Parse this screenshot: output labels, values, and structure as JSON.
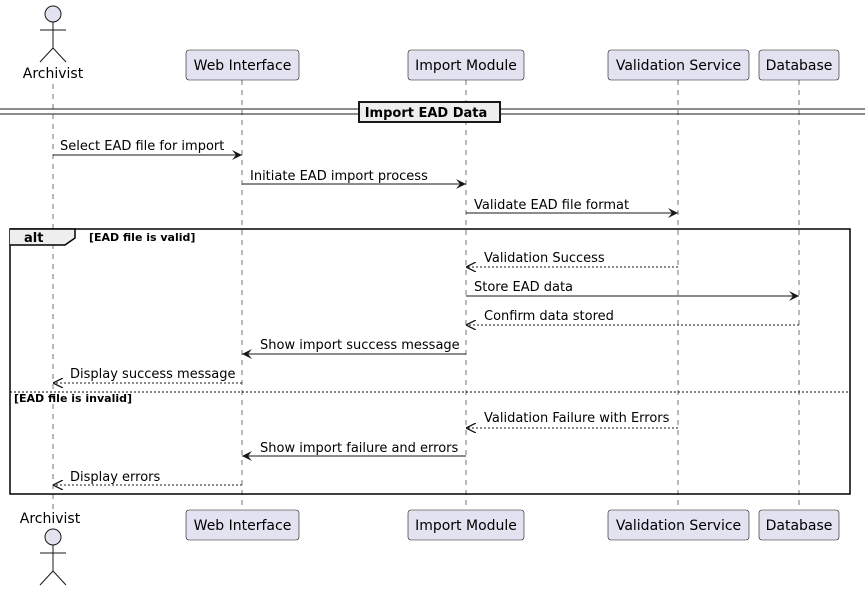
{
  "participants": {
    "archivist": "Archivist",
    "web_interface": "Web Interface",
    "import_module": "Import Module",
    "validation_service": "Validation Service",
    "database": "Database"
  },
  "section_title": "Import EAD Data",
  "alt": {
    "keyword": "alt",
    "guard_valid": "[EAD file is valid]",
    "guard_invalid": "[EAD file is invalid]"
  },
  "messages": [
    {
      "text": "Select EAD file for import",
      "style": "solid"
    },
    {
      "text": "Initiate EAD import process",
      "style": "solid"
    },
    {
      "text": "Validate EAD file format",
      "style": "solid"
    },
    {
      "text": "Validation Success",
      "style": "dashed"
    },
    {
      "text": "Store EAD data",
      "style": "solid"
    },
    {
      "text": "Confirm data stored",
      "style": "dashed"
    },
    {
      "text": "Show import success message",
      "style": "solid"
    },
    {
      "text": "Display success message",
      "style": "dashed"
    },
    {
      "text": "Validation Failure with Errors",
      "style": "dashed"
    },
    {
      "text": "Show import failure and errors",
      "style": "solid"
    },
    {
      "text": "Display errors",
      "style": "dashed"
    }
  ],
  "colors": {
    "participant_fill": "#e2e2f0",
    "participant_stroke": "#181818",
    "lifeline": "#181818"
  }
}
